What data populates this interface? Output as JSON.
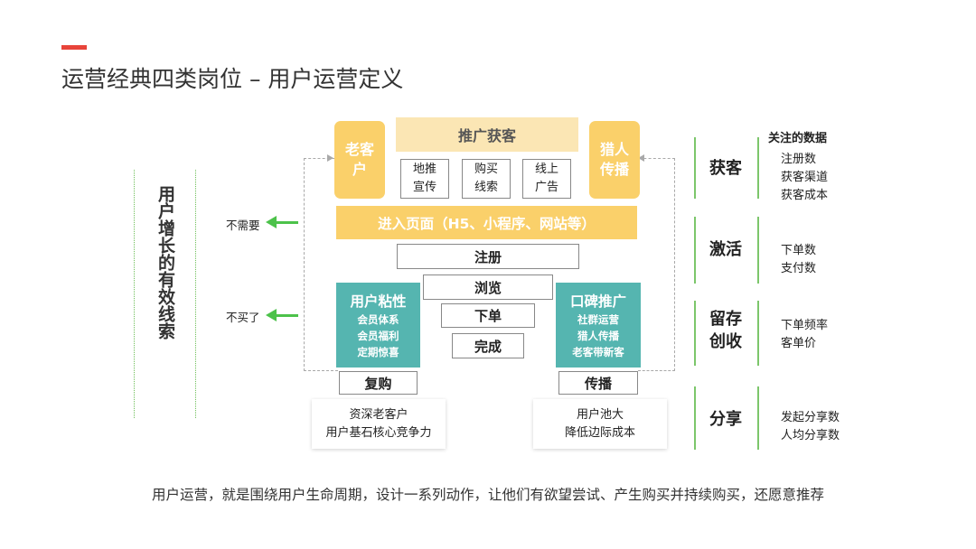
{
  "header": {
    "title": "运营经典四类岗位 – 用户运营定义"
  },
  "left_title": "用户增长的有效线索",
  "left_labels": {
    "no_need": "不需要",
    "no_buy": "不买了"
  },
  "top_left_box": "老客户",
  "top_right_box": "猎人传播",
  "acquisition": {
    "title": "推广获客",
    "channels": [
      "地推宣传",
      "购买线索",
      "线上广告"
    ]
  },
  "entry_bar": "进入页面（H5、小程序、网站等）",
  "funnel": [
    "注册",
    "浏览",
    "下单",
    "完成"
  ],
  "sticky": {
    "title": "用户粘性",
    "items": [
      "会员体系",
      "会员福利",
      "定期惊喜"
    ]
  },
  "word_of_mouth": {
    "title": "口碑推广",
    "items": [
      "社群运营",
      "猎人传播",
      "老客带新客"
    ]
  },
  "repurchase": {
    "label": "复购",
    "desc": [
      "资深老客户",
      "用户基石核心竞争力"
    ]
  },
  "spread": {
    "label": "传播",
    "desc": [
      "用户池大",
      "降低边际成本"
    ]
  },
  "metrics_header": "关注的数据",
  "stages": [
    {
      "name": "获客",
      "metrics": [
        "注册数",
        "获客渠道",
        "获客成本"
      ]
    },
    {
      "name": "激活",
      "metrics": [
        "下单数",
        "支付数"
      ]
    },
    {
      "name": "留存创收",
      "metrics": [
        "下单频率",
        "客单价"
      ]
    },
    {
      "name": "分享",
      "metrics": [
        "发起分享数",
        "人均分享数"
      ]
    }
  ],
  "footer_text": "用户运营，就是围绕用户生命周期，设计一系列动作，让他们有欲望尝试、产生购买并持续购买，还愿意推荐",
  "colors": {
    "accent": "#e8443a",
    "orange": "#fad06a",
    "light_orange": "#fbe6b4",
    "teal": "#55b5b0",
    "green": "#4cc24a"
  }
}
